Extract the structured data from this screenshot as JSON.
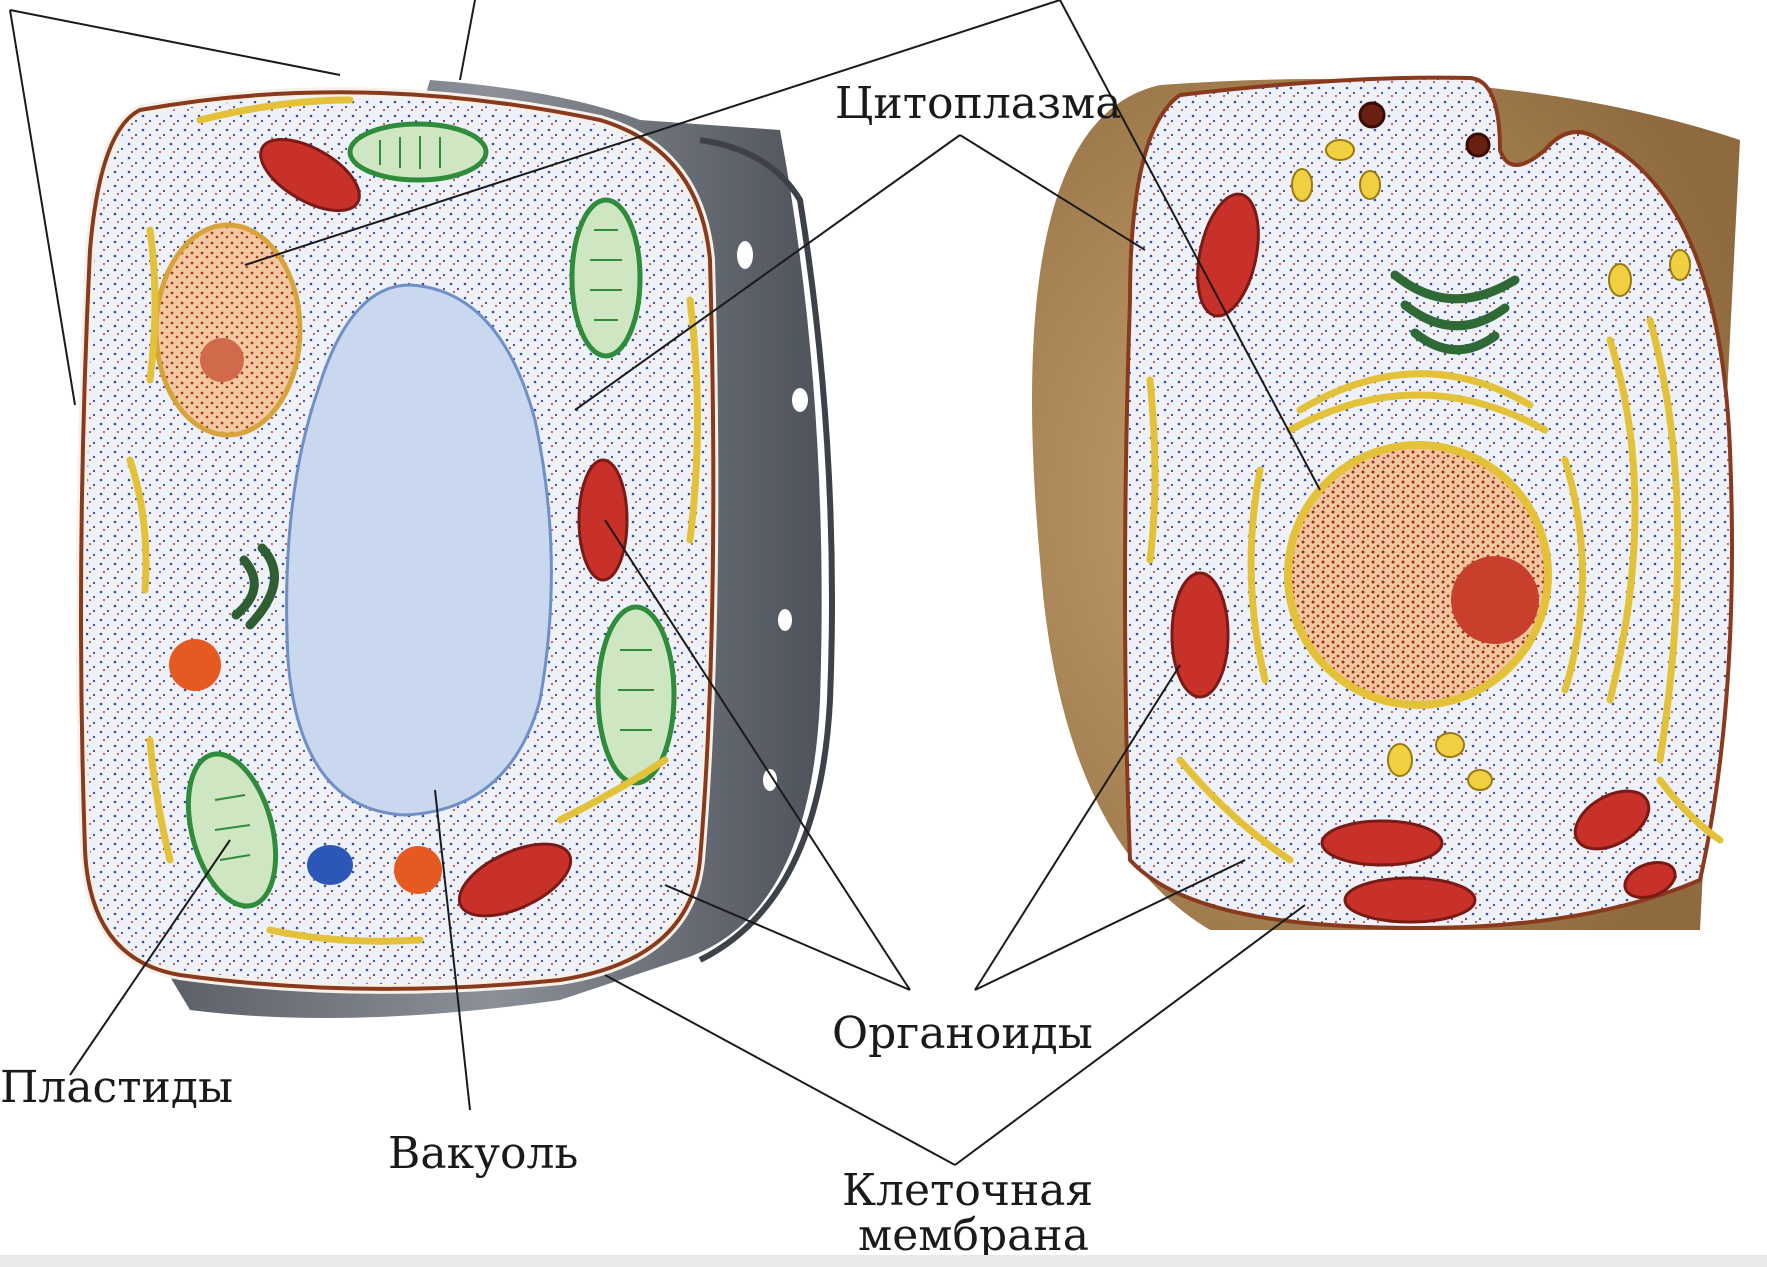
{
  "labels": {
    "cytoplasm": "Цитоплазма",
    "organoids": "Органоиды",
    "plastids": "Пластиды",
    "vacuole": "Вакуоль",
    "membrane_line1": "Клеточная",
    "membrane_line2": "мембрана"
  },
  "colors": {
    "cell_wall": "#6f757f",
    "cytoplasm": "#e7ecf5",
    "vacuole": "#c7d7ef",
    "membrane": "#8a3a1c",
    "animal_cell_body": "#b68d5a",
    "chloroplast": "#57a85a",
    "mitochondrion": "#c8302a",
    "er": "#e3c23a",
    "nucleus": "#d9936a",
    "golgi": "#2f5e33"
  }
}
